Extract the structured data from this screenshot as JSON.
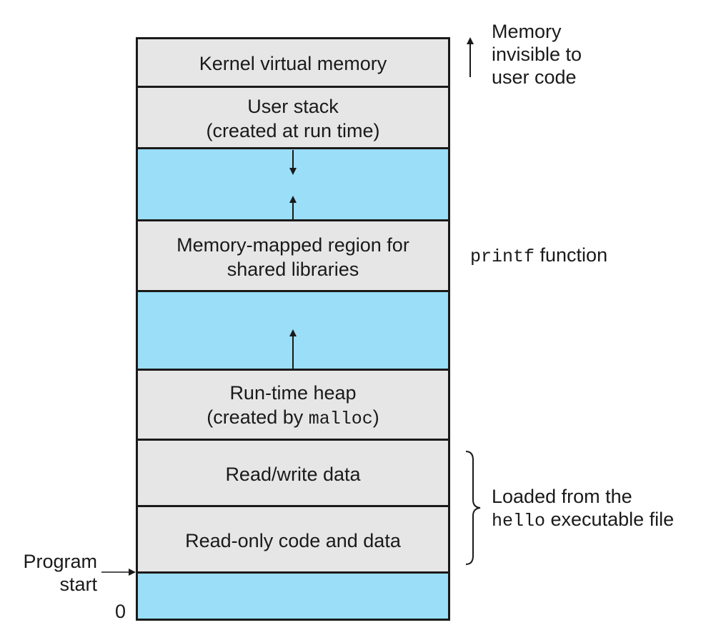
{
  "segments": {
    "kernel": "Kernel virtual memory",
    "user_stack_line1": "User stack",
    "user_stack_line2": "(created at run time)",
    "mmap_line1": "Memory-mapped region for",
    "mmap_line2": "shared libraries",
    "heap_line1": "Run-time heap",
    "heap_line2_prefix": "(created by ",
    "heap_line2_code": "malloc",
    "heap_line2_suffix": ")",
    "rw_data": "Read/write data",
    "ro_code": "Read-only code and data"
  },
  "annotations": {
    "invisible_line1": "Memory",
    "invisible_line2": "invisible to",
    "invisible_line3": "user code",
    "printf_code": "printf",
    "printf_suffix": " function",
    "loaded_line1": "Loaded from the",
    "loaded_code": "hello",
    "loaded_suffix": " executable file",
    "program_start_line1": "Program",
    "program_start_line2": "start",
    "zero": "0"
  },
  "colors": {
    "region_gray": "#e6e6e6",
    "region_blue": "#9adef7",
    "line": "#1a1a1a"
  }
}
